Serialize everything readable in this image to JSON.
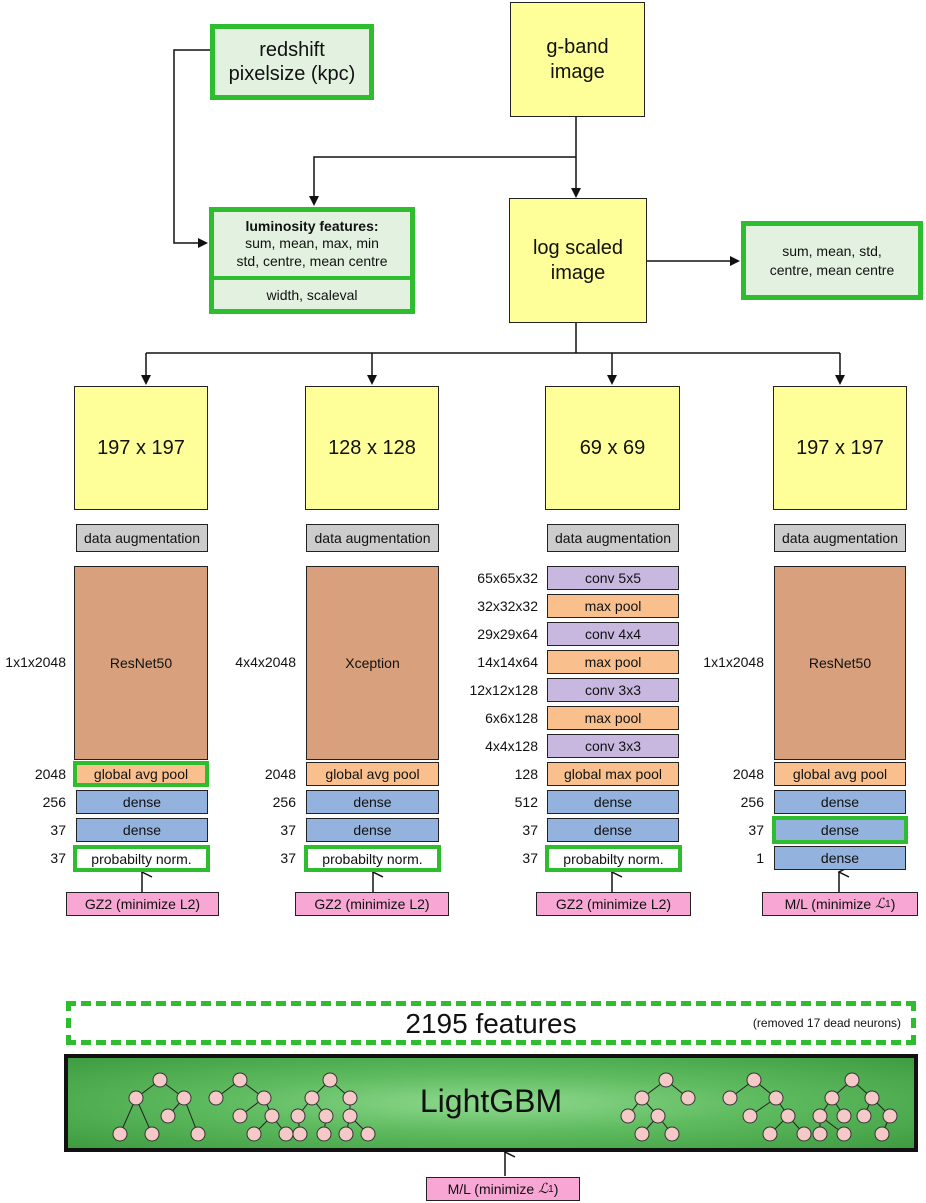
{
  "top": {
    "redshift": "redshift\npixelsize (kpc)",
    "gband": "g-band\nimage",
    "log_scaled": "log scaled\nimage",
    "lum_title": "luminosity features:",
    "lum_body": "sum, mean, max, min\nstd, centre, mean centre",
    "lum_extra": "width, scaleval",
    "right_features": "sum, mean, std,\ncentre, mean centre"
  },
  "columns": [
    {
      "input": "197 x 197",
      "augment": "data augmentation",
      "backbone": "ResNet50",
      "backbone_dim": "1x1x2048",
      "pool": "global avg pool",
      "pool_dim": "2048",
      "dense1": "dense",
      "dense1_dim": "256",
      "dense2": "dense",
      "dense2_dim": "37",
      "last": "probabilty norm.",
      "last_dim": "37",
      "target": "GZ2 (minimize L2)"
    },
    {
      "input": "128 x 128",
      "augment": "data augmentation",
      "backbone": "Xception",
      "backbone_dim": "4x4x2048",
      "pool": "global avg pool",
      "pool_dim": "2048",
      "dense1": "dense",
      "dense1_dim": "256",
      "dense2": "dense",
      "dense2_dim": "37",
      "last": "probabilty norm.",
      "last_dim": "37",
      "target": "GZ2 (minimize L2)"
    },
    {
      "input": "69 x 69",
      "augment": "data augmentation",
      "layers": [
        {
          "label": "conv 5x5",
          "dim": "65x65x32",
          "kind": "conv"
        },
        {
          "label": "max pool",
          "dim": "32x32x32",
          "kind": "pool"
        },
        {
          "label": "conv 4x4",
          "dim": "29x29x64",
          "kind": "conv"
        },
        {
          "label": "max pool",
          "dim": "14x14x64",
          "kind": "pool"
        },
        {
          "label": "conv 3x3",
          "dim": "12x12x128",
          "kind": "conv"
        },
        {
          "label": "max pool",
          "dim": "6x6x128",
          "kind": "pool"
        },
        {
          "label": "conv 3x3",
          "dim": "4x4x128",
          "kind": "conv"
        }
      ],
      "pool": "global max pool",
      "pool_dim": "128",
      "dense1": "dense",
      "dense1_dim": "512",
      "dense2": "dense",
      "dense2_dim": "37",
      "last": "probabilty norm.",
      "last_dim": "37",
      "target": "GZ2 (minimize L2)"
    },
    {
      "input": "197 x 197",
      "augment": "data augmentation",
      "backbone": "ResNet50",
      "backbone_dim": "1x1x2048",
      "pool": "global avg pool",
      "pool_dim": "2048",
      "dense1": "dense",
      "dense1_dim": "256",
      "dense2": "dense",
      "dense2_dim": "37",
      "last": "dense",
      "last_dim": "1",
      "target_prefix": "M/L (minimize ",
      "target_sym": "ℒ",
      "target_sub": "1",
      "target_suffix": ")"
    }
  ],
  "features": {
    "count": "2195 features",
    "note": "(removed 17 dead neurons)"
  },
  "lightgbm": {
    "label": "LightGBM",
    "target_prefix": "M/L (minimize ",
    "target_sym": "ℒ",
    "target_sub": "1",
    "target_suffix": ")"
  },
  "colors": {
    "yellow": "#ffff99",
    "green_border": "#2ebd2e",
    "brown": "#d8a07c",
    "orange": "#f9c08e",
    "blue": "#93b2dd",
    "purple": "#c8b8e0",
    "gray": "#cccccc",
    "pink": "#f8a6d4",
    "lightgbm_green": "#3f9b3f",
    "tree_node": "#f6c9c9"
  }
}
